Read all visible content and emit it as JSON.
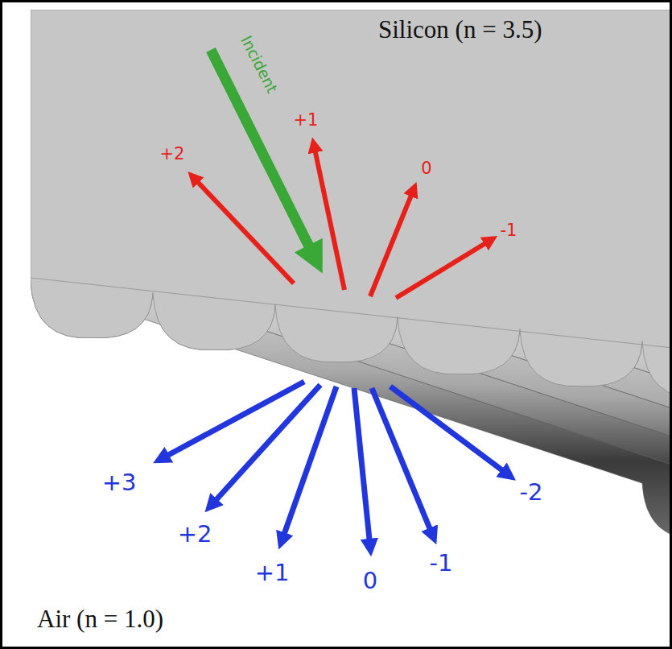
{
  "diagram": {
    "labels": [
      "Silicon (n = 3.5)",
      "Incident",
      "+2",
      "+1",
      "0",
      "-1",
      "+3",
      "+2",
      "+1",
      "0",
      "-1",
      "-2",
      "Air (n = 1.0)"
    ]
  }
}
